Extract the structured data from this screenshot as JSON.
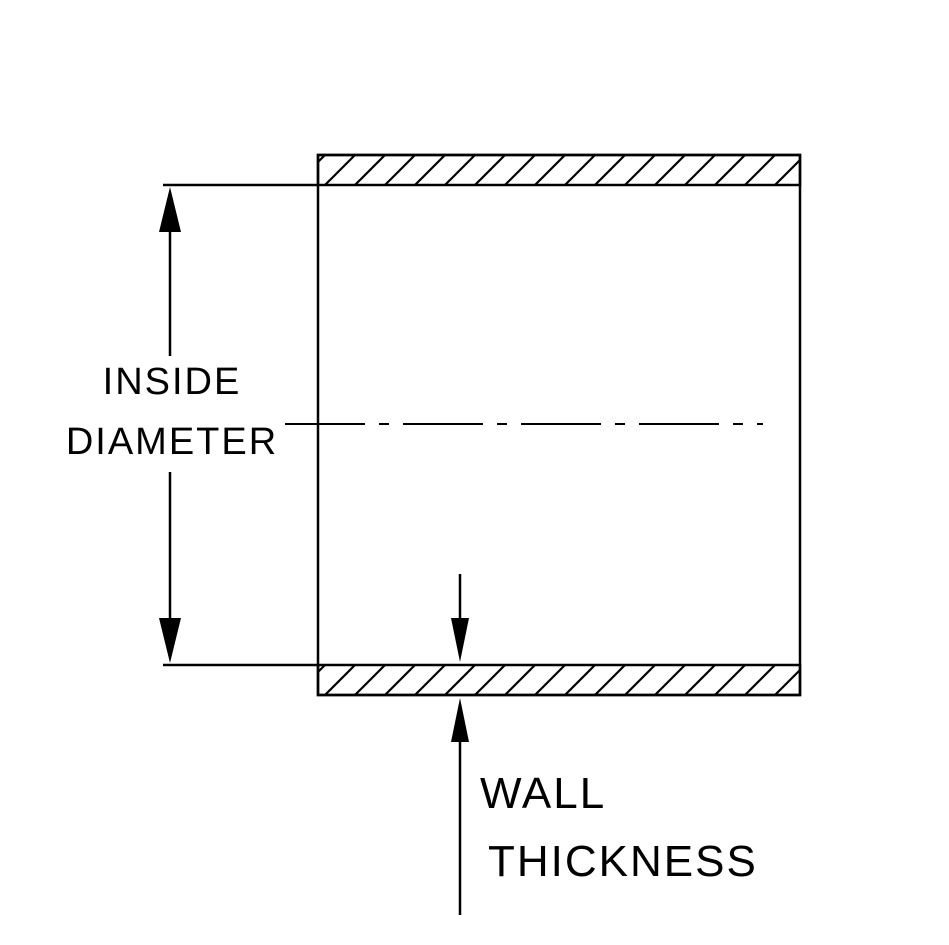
{
  "diagram": {
    "title": "hose cross-section dimension diagram",
    "labels": {
      "inside": "INSIDE",
      "diameter": "DIAMETER",
      "wall": "WALL",
      "thickness": "THICKNESS"
    },
    "colors": {
      "line": "#000000",
      "background": "#ffffff"
    }
  }
}
